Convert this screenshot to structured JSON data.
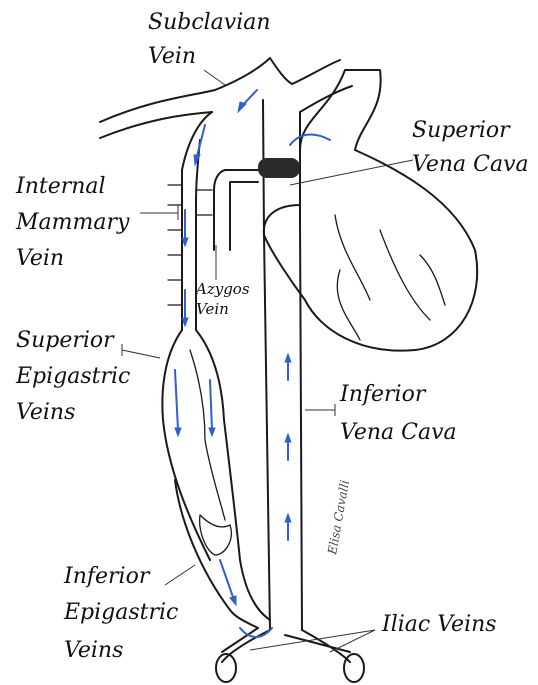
{
  "labels": {
    "subclavian": [
      "Subclavian",
      "Vein"
    ],
    "internal_mammary": [
      "Internal",
      "Mammary",
      "Vein"
    ],
    "azygos": [
      "Azygos",
      "Vein"
    ],
    "superior_epigastric": [
      "Superior",
      "Epigastric",
      "Veins"
    ],
    "inferior_epigastric": [
      "Inferior",
      "Epigastric",
      "Veins"
    ],
    "superior_vena_cava": [
      "Superior",
      "Vena Cava"
    ],
    "inferior_vena_cava": [
      "Inferior",
      "Vena Cava"
    ],
    "iliac": "Iliac Veins",
    "signature": "Elisa Cavalli"
  },
  "colors": {
    "ink": "#1a1a1a",
    "flow_arrow": "#2f5fd0",
    "occlusion": "#2b2b2b"
  }
}
